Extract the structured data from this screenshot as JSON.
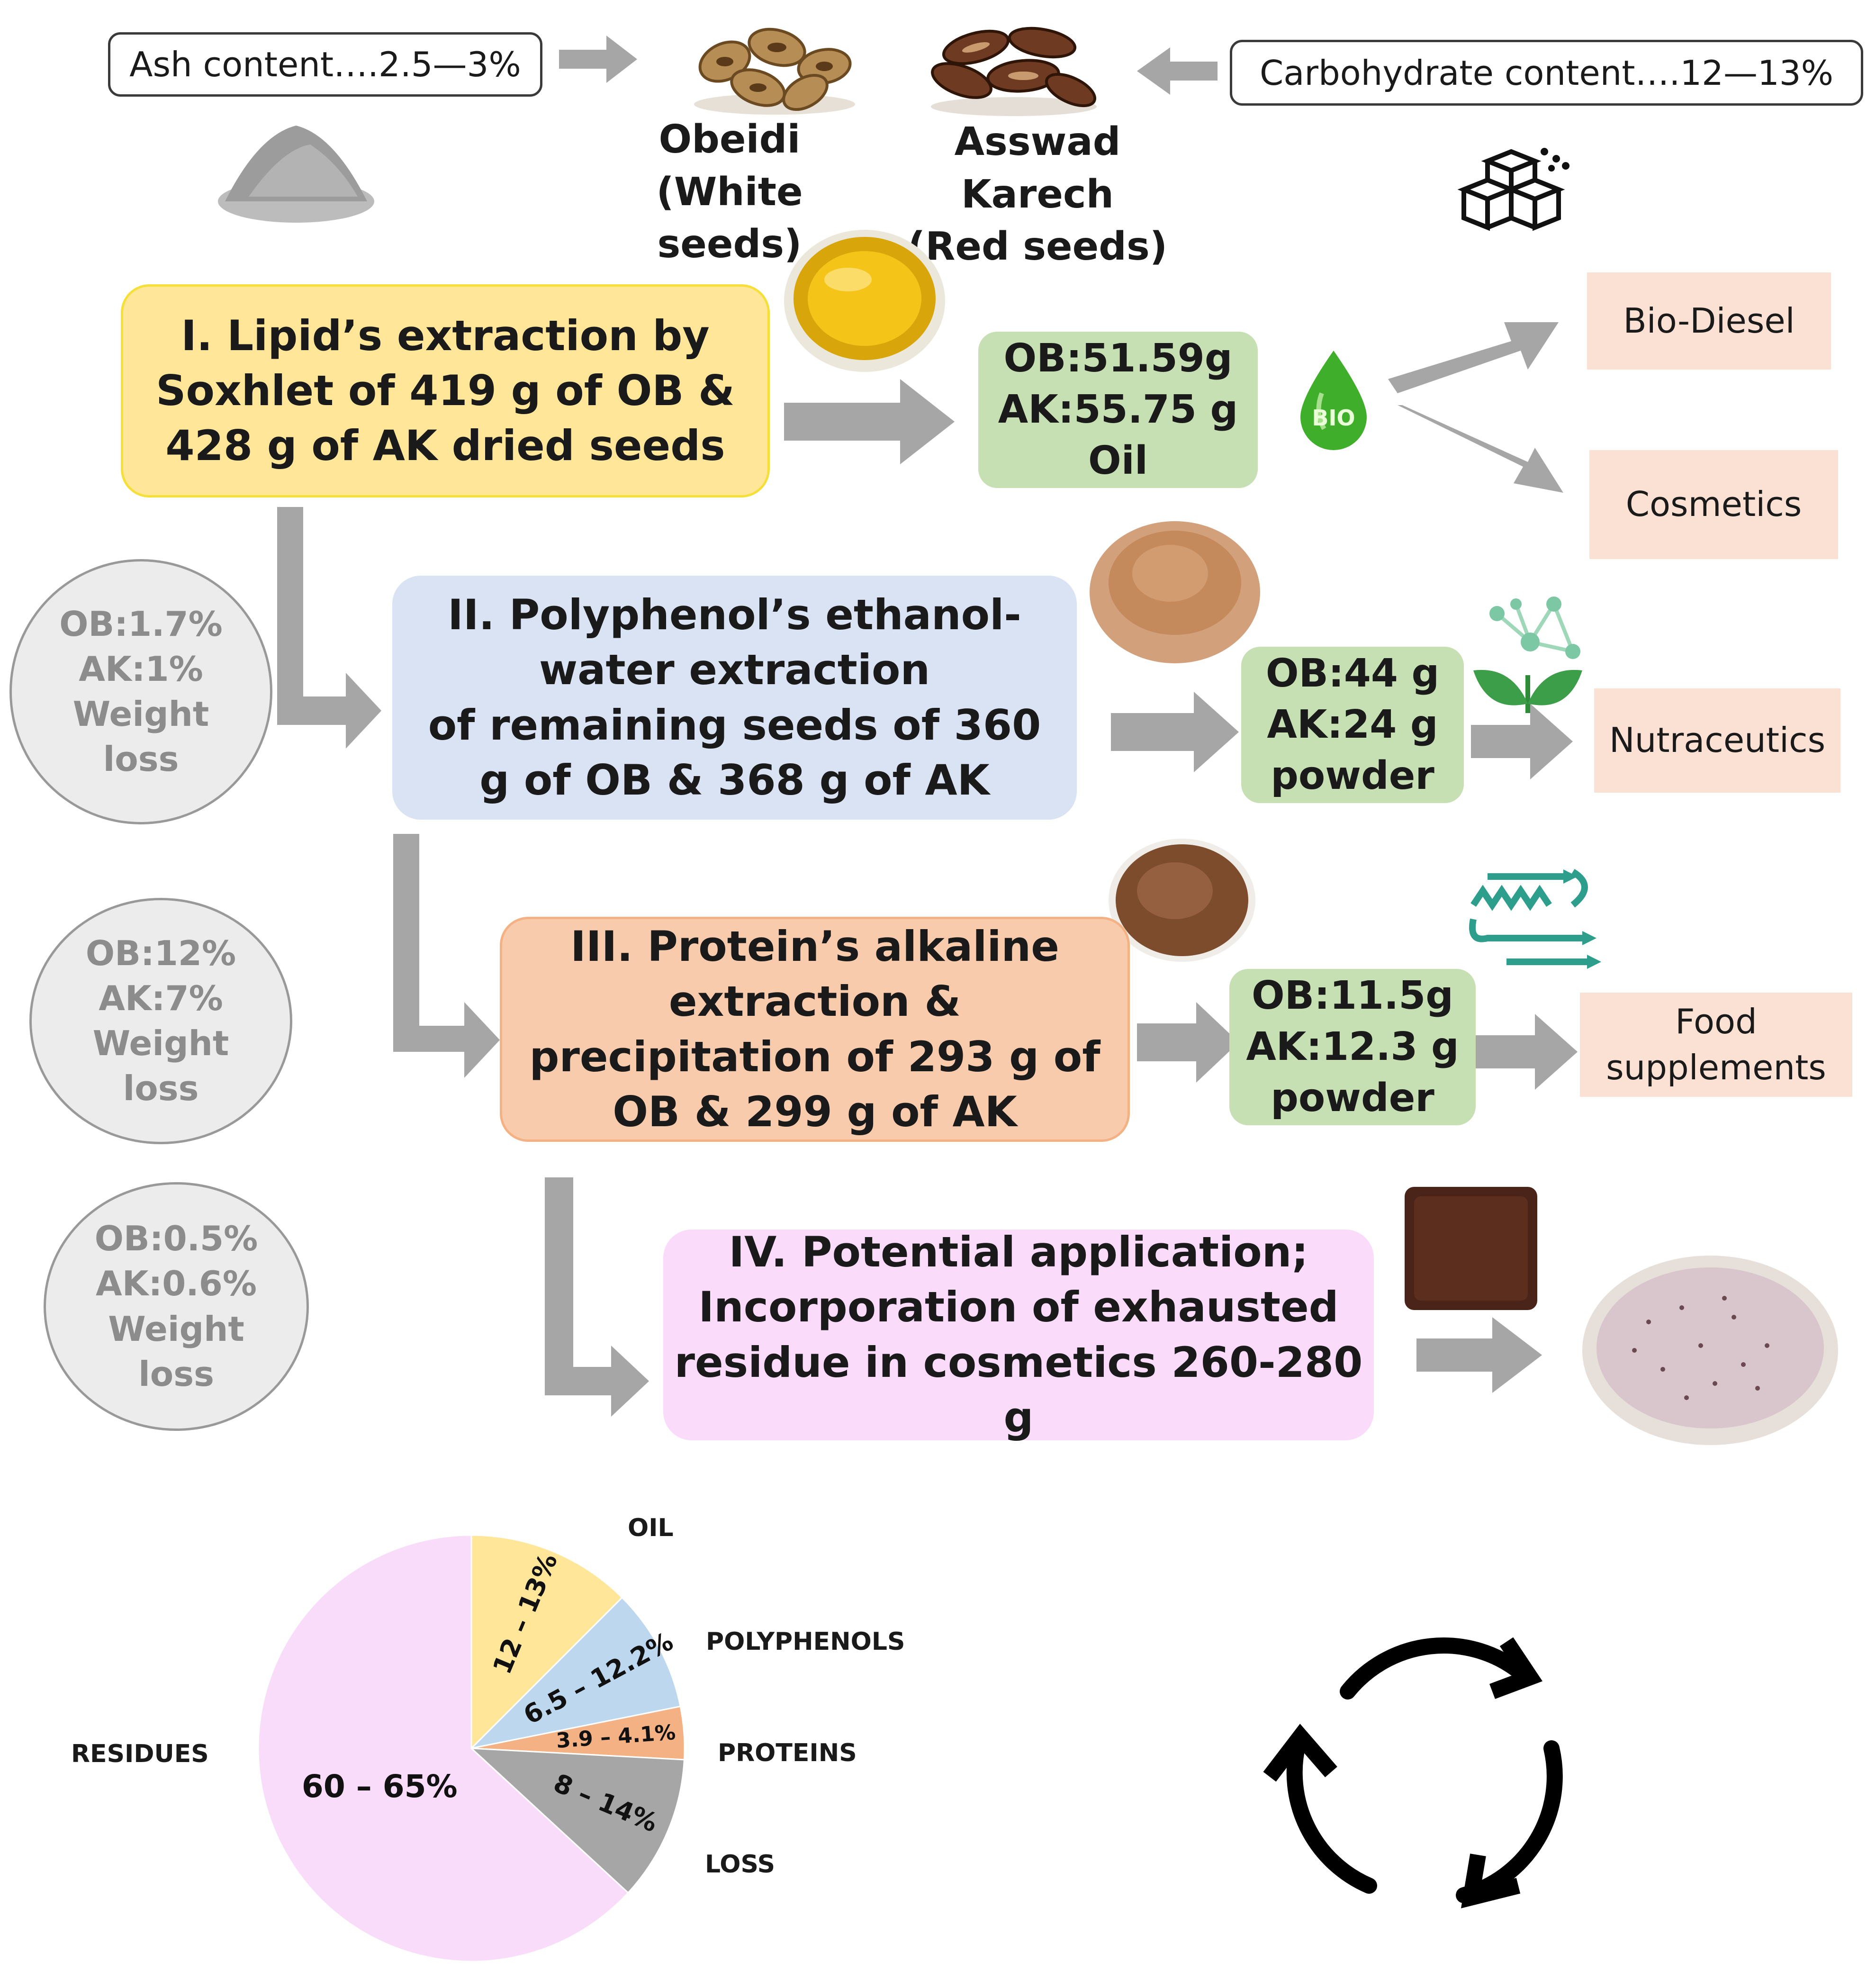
{
  "header": {
    "ash_label": "Ash content….2.5—3%",
    "carb_label": "Carbohydrate content….12—13%",
    "seed_white": "Obeidi\n(White seeds)",
    "seed_red": "Asswad Karech\n(Red seeds)"
  },
  "steps": [
    {
      "text": "I.     Lipid’s extraction by\nSoxhlet of 419 g of OB &\n428 g of AK dried seeds",
      "color": "#ffe699",
      "border": "#f5e03a"
    },
    {
      "text": "II.    Polyphenol’s ethanol-\nwater extraction\nof remaining seeds of 360\ng of OB & 368 g of AK",
      "color": "#dae3f3",
      "border": "#dae3f3"
    },
    {
      "text": "III.   Protein’s alkaline\nextraction &\nprecipitation of 293 g of\nOB & 299 g of AK",
      "color": "#f8cbad",
      "border": "#f4b183"
    },
    {
      "text": "IV.   Potential application;\nIncorporation of exhausted\nresidue in cosmetics 260-280 g",
      "color": "#fadcfa",
      "border": "#fadcfa"
    }
  ],
  "results": [
    "OB:51.59g\nAK:55.75 g\nOil",
    "OB:44 g\nAK:24 g\npowder",
    "OB:11.5g\nAK:12.3 g\npowder"
  ],
  "losses": [
    "OB:1.7%\nAK:1%\nWeight\nloss",
    "OB:12%\nAK:7%\nWeight\nloss",
    "OB:0.5%\nAK:0.6%\nWeight\nloss"
  ],
  "applications": [
    "Bio-Diesel",
    "Cosmetics",
    "Nutraceutics",
    "Food\nsupplements"
  ],
  "bio_icon_text": "BIO",
  "colors": {
    "arrow": "#a6a6a6",
    "result": "#c6e0b4",
    "app": "#fbe1d3"
  },
  "icons": [
    "seed-pile-white-icon",
    "seed-pile-red-icon",
    "ash-powder-icon",
    "sugar-cubes-icon",
    "oil-bowl-icon",
    "bio-drop-icon",
    "brown-powder-icon",
    "dark-powder-icon",
    "molecule-plant-icon",
    "protein-structure-icon",
    "residue-square-icon",
    "cream-bowl-icon",
    "recycle-arrows-icon"
  ],
  "chart_data": {
    "type": "pie",
    "slices": [
      {
        "name": "OIL",
        "label": "12 – 13%",
        "value": 12.5,
        "color": "#ffe699"
      },
      {
        "name": "POLYPHENOLS",
        "label": "6.5 – 12.2%",
        "value": 9.35,
        "color": "#bdd7ee"
      },
      {
        "name": "PROTEINS",
        "label": "3.9 – 4.1%",
        "value": 4.0,
        "color": "#f4b183"
      },
      {
        "name": "LOSS",
        "label": "8 – 14%",
        "value": 11.0,
        "color": "#a6a6a6"
      },
      {
        "name": "RESIDUES",
        "label": "60 – 65%",
        "value": 63.15,
        "color": "#f9dcfa"
      }
    ]
  }
}
